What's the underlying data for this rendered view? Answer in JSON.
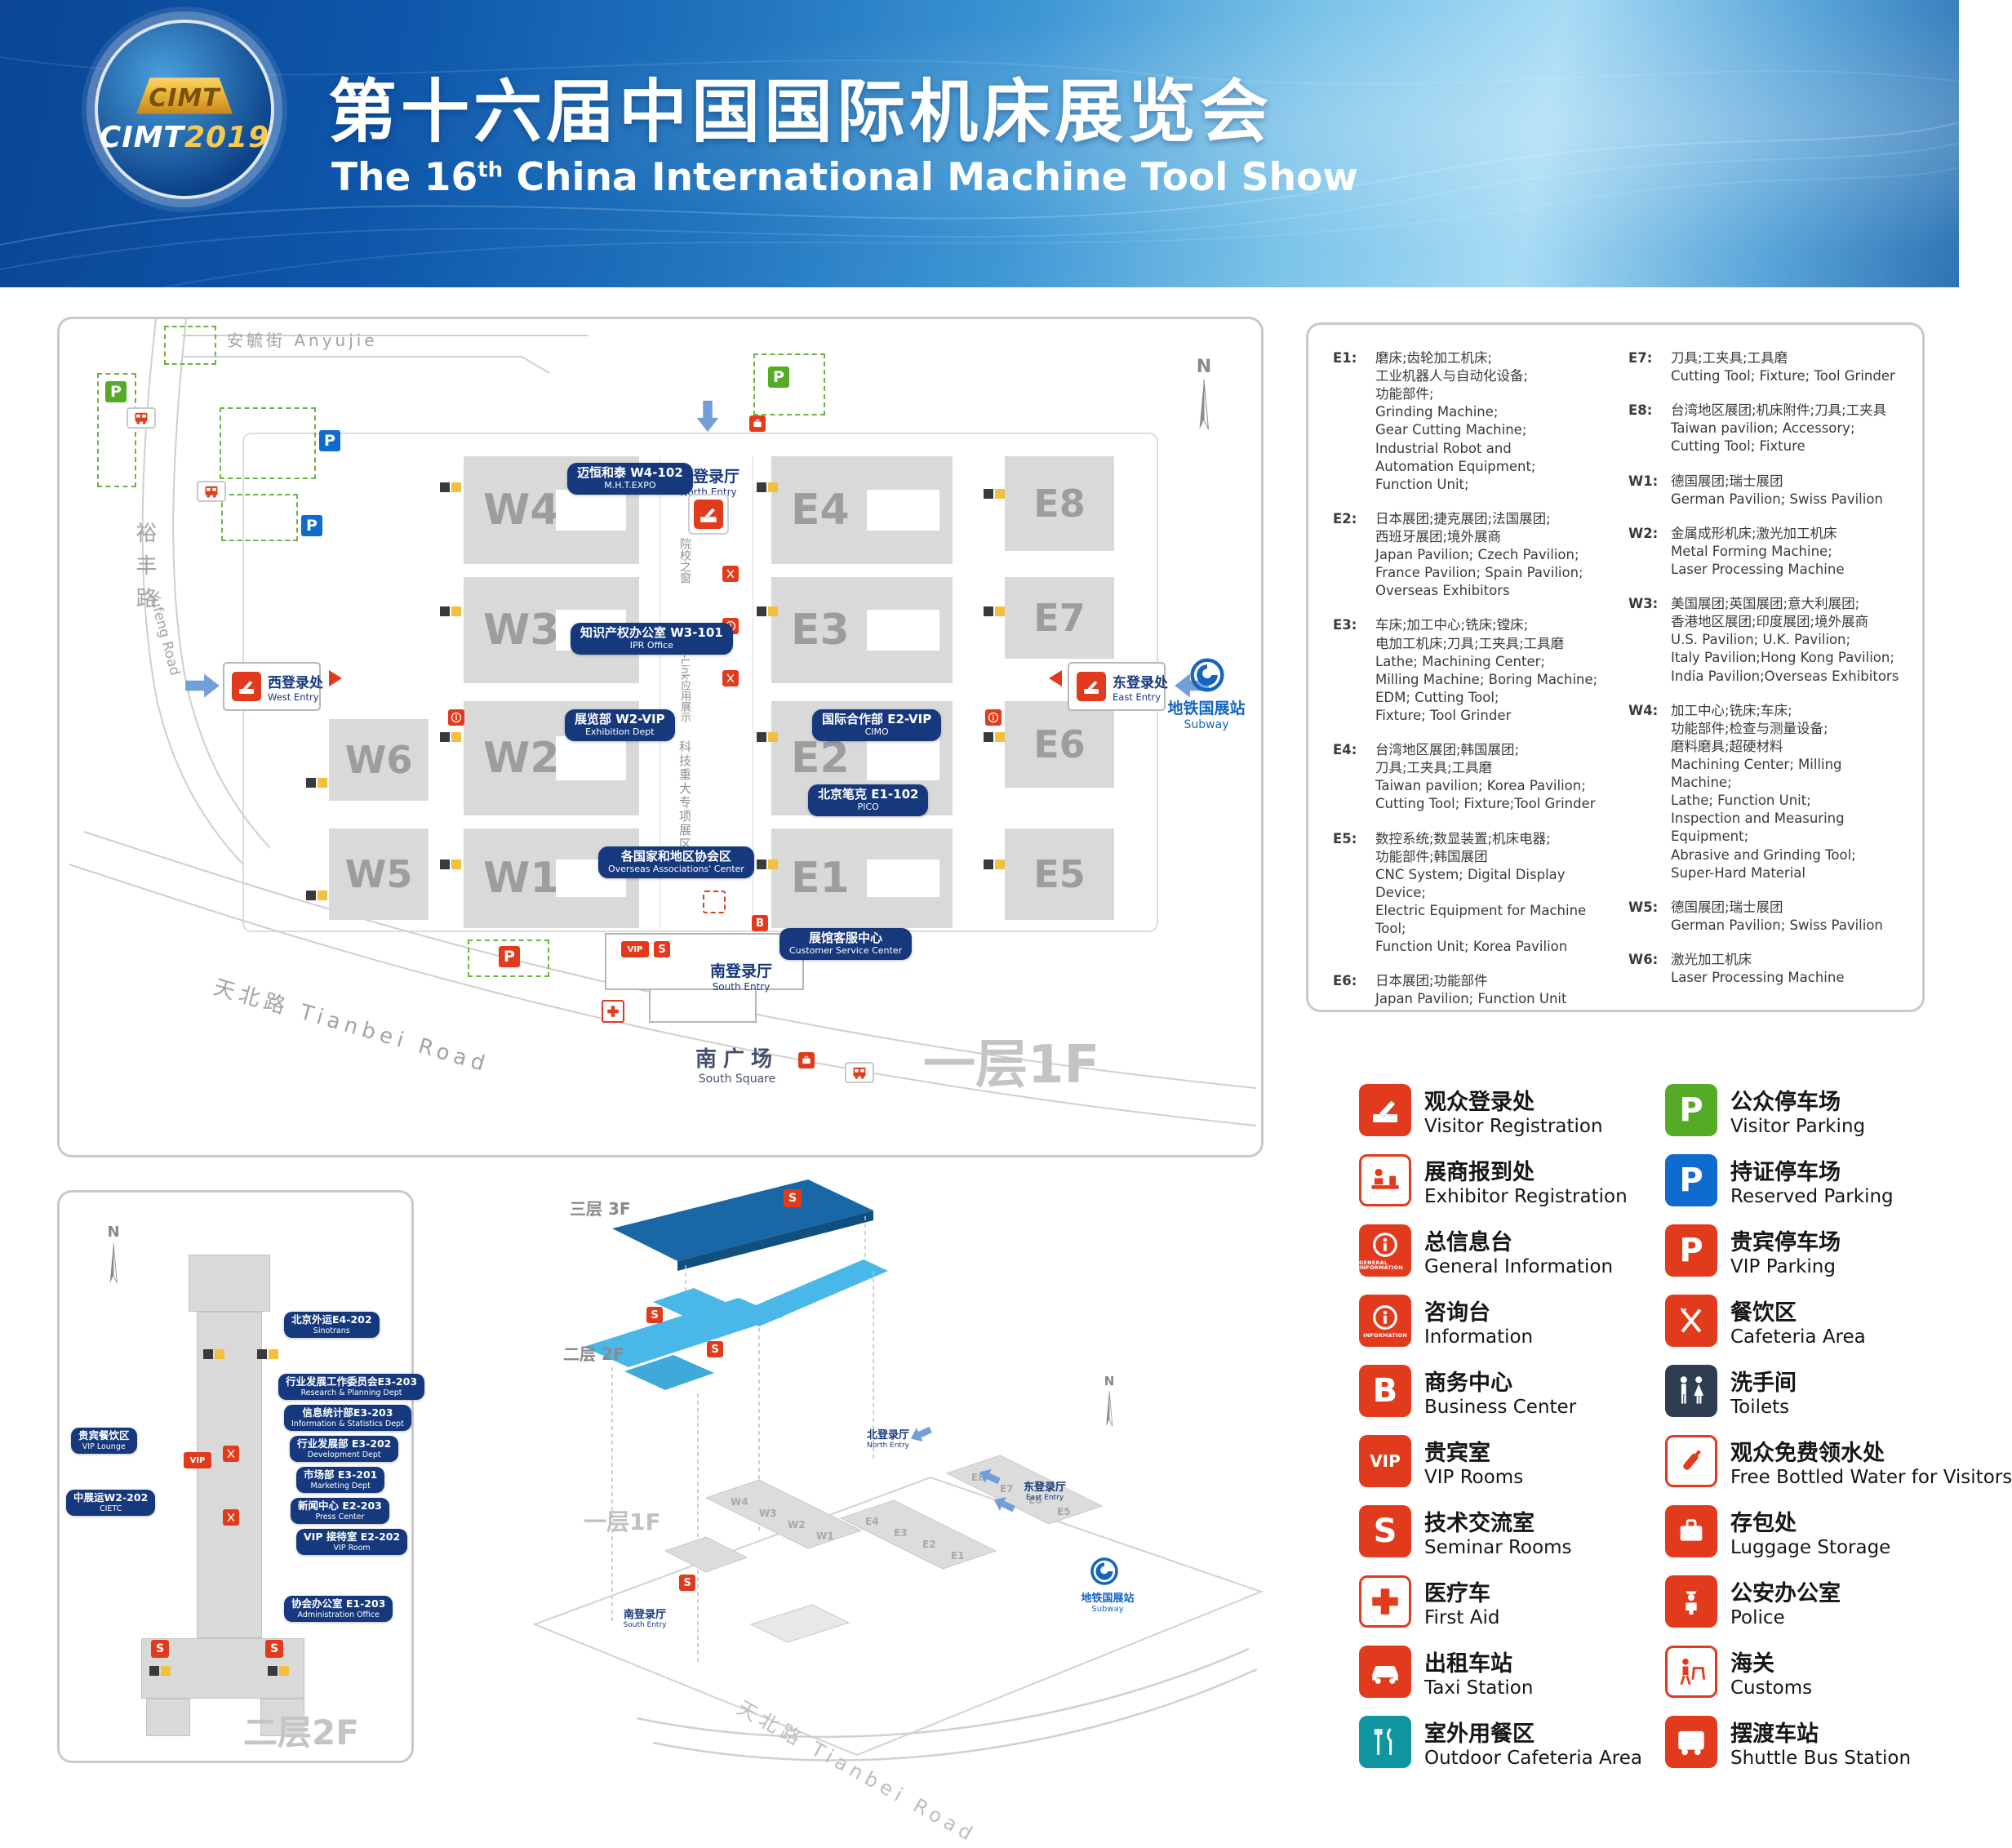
{
  "colors": {
    "accent_red": "#e23a1c",
    "parking_green": "#55ab26",
    "parking_blue": "#0f6cce",
    "teal": "#0f96a0",
    "navy_callout": "#16387c",
    "header_blue": "#1565c0",
    "hall_gray": "#d9d9d9"
  },
  "glyphs": {
    "p": "P",
    "b": "B",
    "s": "S",
    "vip": "VIP"
  },
  "header": {
    "title_zh": "第十六届中国国际机床展览会",
    "title_en_pre": "The 16",
    "title_en_sup": "th",
    "title_en_post": " China International Machine Tool Show",
    "logo_block": "CIMT",
    "logo_brand": "CIMT",
    "logo_year": "2019"
  },
  "map1f": {
    "floor_label": "一层1F",
    "compass": "N",
    "roads": {
      "anyujie": "安毓街 Anyujie",
      "yufeng_zh": "裕丰路",
      "yufeng_en": "Yufeng Road",
      "tianbei": "天北路 Tianbei Road"
    },
    "halls": {
      "w1": "W1",
      "w2": "W2",
      "w3": "W3",
      "w4": "W4",
      "w5": "W5",
      "w6": "W6",
      "e1": "E1",
      "e2": "E2",
      "e3": "E3",
      "e4": "E4",
      "e5": "E5",
      "e6": "E6",
      "e7": "E7",
      "e8": "E8"
    },
    "entries": {
      "north_zh": "北登录厅",
      "north_en": "North Entry",
      "south_zh": "南登录厅",
      "south_en": "South Entry",
      "west_zh": "西登录处",
      "west_en": "West Entry",
      "east_zh": "东登录处",
      "east_en": "East Entry"
    },
    "subway_zh": "地铁国展站",
    "subway_en": "Subway",
    "south_square_zh": "南广场",
    "south_square_en": "South Square",
    "corridor": {
      "v1": "院校之窗",
      "v2": "NC-Link应用展示",
      "v3": "科技重大专项展区"
    },
    "callouts": [
      {
        "zh": "迈恒和泰 W4-102",
        "en": "M.H.T.EXPO"
      },
      {
        "zh": "知识产权办公室 W3-101",
        "en": "IPR Office"
      },
      {
        "zh": "展览部 W2-VIP",
        "en": "Exhibition Dept"
      },
      {
        "zh": "国际合作部 E2-VIP",
        "en": "CIMO"
      },
      {
        "zh": "北京笔克 E1-102",
        "en": "PICO"
      },
      {
        "zh": "各国家和地区协会区",
        "en": "Overseas Associations' Center"
      },
      {
        "zh": "展馆客服中心",
        "en": "Customer Service Center"
      }
    ]
  },
  "hall_legend": {
    "col1": [
      {
        "code": "E1:",
        "zh": "磨床;齿轮加工机床;\n工业机器人与自动化设备;\n功能部件;",
        "en": "Grinding Machine;\nGear Cutting Machine;\nIndustrial Robot and\nAutomation Equipment;\nFunction Unit;"
      },
      {
        "code": "E2:",
        "zh": "日本展团;捷克展团;法国展团;\n西班牙展团;境外展商",
        "en": "Japan Pavilion; Czech Pavilion;\nFrance Pavilion; Spain Pavilion;\nOverseas Exhibitors"
      },
      {
        "code": "E3:",
        "zh": "车床;加工中心;铣床;镗床;\n电加工机床;刀具;工夹具;工具磨",
        "en": "Lathe; Machining Center;\nMilling Machine; Boring Machine;\nEDM; Cutting Tool;\nFixture; Tool Grinder"
      },
      {
        "code": "E4:",
        "zh": "台湾地区展团;韩国展团;\n刀具;工夹具;工具磨",
        "en": "Taiwan pavilion; Korea Pavilion;\nCutting Tool; Fixture;Tool Grinder"
      },
      {
        "code": "E5:",
        "zh": "数控系统;数显装置;机床电器;\n功能部件;韩国展团",
        "en": "CNC System; Digital Display Device;\nElectric Equipment for Machine Tool;\nFunction Unit; Korea Pavilion"
      },
      {
        "code": "E6:",
        "zh": "日本展团;功能部件",
        "en": "Japan Pavilion; Function Unit"
      }
    ],
    "col2": [
      {
        "code": "E7:",
        "zh": "刀具;工夹具;工具磨",
        "en": "Cutting Tool; Fixture; Tool Grinder"
      },
      {
        "code": "E8:",
        "zh": "台湾地区展团;机床附件;刀具;工夹具",
        "en": "Taiwan pavilion; Accessory;\nCutting Tool; Fixture"
      },
      {
        "code": "W1:",
        "zh": "德国展团;瑞士展团",
        "en": "German Pavilion; Swiss Pavilion"
      },
      {
        "code": "W2:",
        "zh": "金属成形机床;激光加工机床",
        "en": "Metal Forming Machine;\nLaser Processing Machine"
      },
      {
        "code": "W3:",
        "zh": "美国展团;英国展团;意大利展团;\n香港地区展团;印度展团;境外展商",
        "en": "U.S. Pavilion; U.K. Pavilion;\nItaly Pavilion;Hong Kong Pavilion;\nIndia Pavilion;Overseas Exhibitors"
      },
      {
        "code": "W4:",
        "zh": "加工中心;铣床;车床;\n功能部件;检查与测量设备;\n磨料磨具;超硬材料",
        "en": "Machining Center; Milling Machine;\nLathe; Function Unit;\nInspection and Measuring Equipment;\nAbrasive and Grinding Tool;\nSuper-Hard Material"
      },
      {
        "code": "W5:",
        "zh": "德国展团;瑞士展团",
        "en": "German Pavilion; Swiss Pavilion"
      },
      {
        "code": "W6:",
        "zh": "激光加工机床",
        "en": "Laser Processing Machine"
      }
    ]
  },
  "map2f": {
    "floor_label": "二层2F",
    "compass": "N",
    "callouts": [
      {
        "zh": "北京外运E4-202",
        "en": "Sinotrans"
      },
      {
        "zh": "行业发展工作委员会E3-203",
        "en": "Research & Planning Dept"
      },
      {
        "zh": "信息统计部E3-203",
        "en": "Information & Statistics Dept"
      },
      {
        "zh": "行业发展部 E3-202",
        "en": "Development Dept"
      },
      {
        "zh": "市场部 E3-201",
        "en": "Marketing Dept"
      },
      {
        "zh": "新闻中心 E2-203",
        "en": "Press Center"
      },
      {
        "zh": "VIP 接待室 E2-202",
        "en": "VIP Room"
      },
      {
        "zh": "贵宾餐饮区",
        "en": "VIP Lounge"
      },
      {
        "zh": "中展运W2-202",
        "en": "CIETC"
      },
      {
        "zh": "协会办公室 E1-203",
        "en": "Administration Office"
      }
    ]
  },
  "view3d": {
    "f3_label": "三层 3F",
    "f2_label": "二层 2F",
    "f1_label": "一层1F",
    "north_zh": "北登录厅",
    "north_en": "North Entry",
    "east_zh": "东登录厅",
    "east_en": "East Entry",
    "south_zh": "南登录厅",
    "south_en": "South Entry",
    "subway_zh": "地铁国展站",
    "subway_en": "Subway",
    "road": "天北路 Tianbei Road",
    "compass": "N",
    "halls": [
      "W4",
      "W3",
      "W2",
      "W1",
      "E4",
      "E3",
      "E2",
      "E1",
      "E8",
      "E7",
      "E6",
      "E5"
    ]
  },
  "legend": {
    "col1": [
      {
        "zh": "观众登录处",
        "en": "Visitor Registration"
      },
      {
        "zh": "展商报到处",
        "en": "Exhibitor Registration"
      },
      {
        "zh": "总信息台",
        "en": "General Information",
        "cap": "GENERAL INFORMATION"
      },
      {
        "zh": "咨询台",
        "en": "Information",
        "cap": "INFORMATION"
      },
      {
        "zh": "商务中心",
        "en": "Business Center"
      },
      {
        "zh": "贵宾室",
        "en": "VIP Rooms"
      },
      {
        "zh": "技术交流室",
        "en": "Seminar Rooms"
      },
      {
        "zh": "医疗车",
        "en": "First Aid"
      },
      {
        "zh": "出租车站",
        "en": "Taxi Station"
      },
      {
        "zh": "室外用餐区",
        "en": "Outdoor Cafeteria Area"
      }
    ],
    "col2": [
      {
        "zh": "公众停车场",
        "en": "Visitor Parking"
      },
      {
        "zh": "持证停车场",
        "en": "Reserved Parking"
      },
      {
        "zh": "贵宾停车场",
        "en": "VIP Parking"
      },
      {
        "zh": "餐饮区",
        "en": "Cafeteria Area"
      },
      {
        "zh": "洗手间",
        "en": "Toilets"
      },
      {
        "zh": "观众免费领水处",
        "en": "Free Bottled Water for Visitors"
      },
      {
        "zh": "存包处",
        "en": "Luggage Storage"
      },
      {
        "zh": "公安办公室",
        "en": "Police"
      },
      {
        "zh": "海关",
        "en": "Customs"
      },
      {
        "zh": "摆渡车站",
        "en": "Shuttle Bus Station"
      }
    ]
  }
}
